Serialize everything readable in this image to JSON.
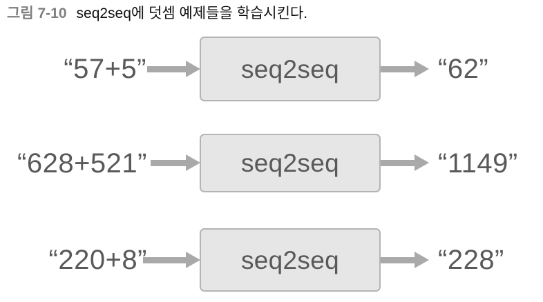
{
  "figure": {
    "caption_number": "그림 7-10",
    "caption_text": "seq2seq에 덧셈 예제들을 학습시킨다.",
    "model_label": "seq2seq",
    "colors": {
      "box_fill": "#e6e6e6",
      "box_border": "#b4b4b4",
      "arrow": "#a9a9a9",
      "label_text": "#595959",
      "caption_number_text": "#7f7f7f",
      "caption_body_text": "#111111",
      "background": "#ffffff"
    },
    "rows": [
      {
        "input": "“57+5”",
        "model": "seq2seq",
        "output": "“62”",
        "in_arrow_name": "arrow-input-1",
        "out_arrow_name": "arrow-output-1"
      },
      {
        "input": "“628+521”",
        "model": "seq2seq",
        "output": "“1149”",
        "in_arrow_name": "arrow-input-2",
        "out_arrow_name": "arrow-output-2"
      },
      {
        "input": "“220+8”",
        "model": "seq2seq",
        "output": "“228”",
        "in_arrow_name": "arrow-input-3",
        "out_arrow_name": "arrow-output-3"
      }
    ]
  }
}
